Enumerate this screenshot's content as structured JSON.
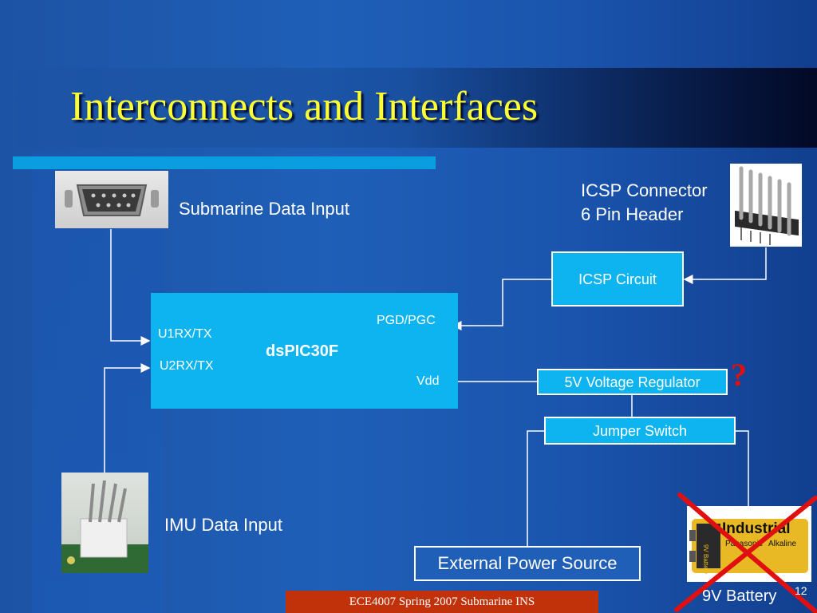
{
  "slide": {
    "title": "Interconnects and Interfaces",
    "footer": "ECE4007 Spring 2007 Submarine INS",
    "page_number": "12"
  },
  "diagram": {
    "mcu": {
      "name": "dsPIC30F",
      "pin_u1": "U1RX/TX",
      "pin_u2": "U2RX/TX",
      "pin_pgd": "PGD/PGC",
      "pin_vdd": "Vdd"
    },
    "submarine_input_label": "Submarine Data Input",
    "imu_input_label": "IMU Data Input",
    "icsp_connector_label_line1": "ICSP Connector",
    "icsp_connector_label_line2": "6 Pin Header",
    "icsp_circuit": "ICSP Circuit",
    "regulator": "5V Voltage Regulator",
    "question_mark": "?",
    "jumper": "Jumper Switch",
    "external_power": "External Power Source",
    "battery_label": "9V Battery",
    "battery_photo_text_1": "Industrial",
    "battery_photo_text_2": "Panasonic",
    "battery_photo_text_3": "Alkaline",
    "battery_photo_text_4": "9V Battery"
  },
  "colors": {
    "title": "#ffff33",
    "box_fill": "#0db4f0",
    "accent_rule": "#0a9ee0",
    "footer_bg": "#c1320a",
    "cross": "#e01010"
  }
}
